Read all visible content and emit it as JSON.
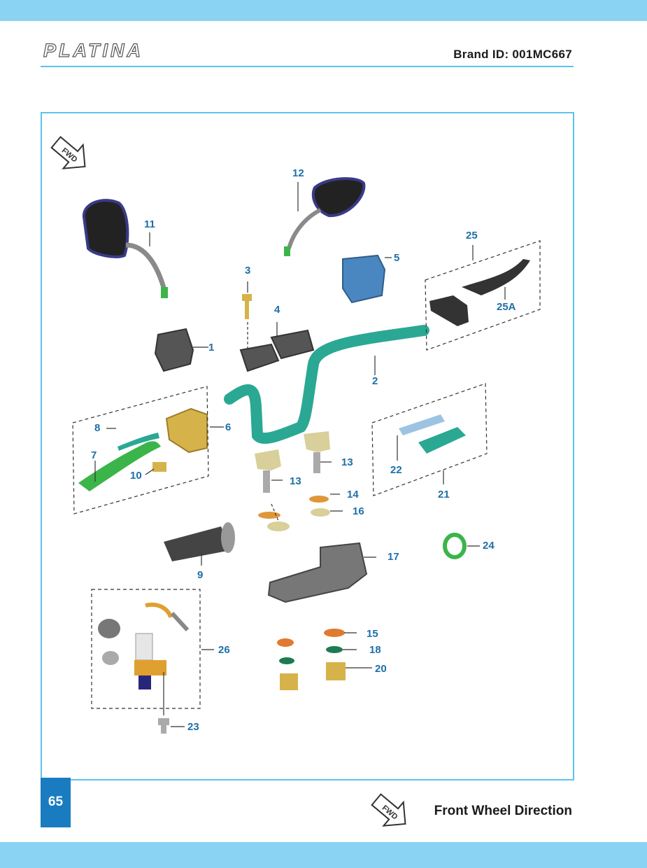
{
  "header": {
    "logo_text": "PLATINA",
    "brand_id": "Brand ID: 001MC667"
  },
  "diagram": {
    "fwd_label": "FWD",
    "callouts": [
      "1",
      "2",
      "3",
      "4",
      "5",
      "6",
      "7",
      "8",
      "9",
      "10",
      "11",
      "12",
      "13",
      "13",
      "14",
      "15",
      "16",
      "17",
      "18",
      "20",
      "21",
      "22",
      "23",
      "24",
      "25",
      "25A",
      "26"
    ]
  },
  "footer": {
    "page_number": "65",
    "fwd_label": "FWD",
    "legend": "Front Wheel Direction"
  },
  "colors": {
    "band": "#8ad3f2",
    "frame": "#5cc3ec",
    "callout": "#1d6fa8",
    "page_badge": "#1a7cc0",
    "handlebar": "#2aa894",
    "lever_green": "#3bb54a",
    "brass": "#d6b34a"
  }
}
